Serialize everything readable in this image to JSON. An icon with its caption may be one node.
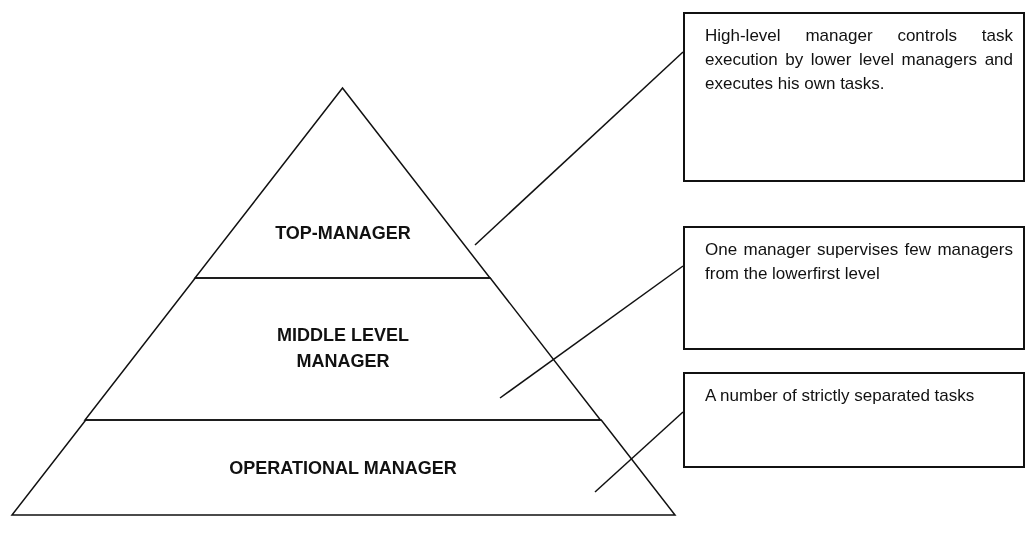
{
  "diagram": {
    "nodes": [
      {
        "text": [
          "TOP-MANAGER"
        ]
      },
      {
        "text": [
          "MIDDLE LEVEL MANAGER"
        ]
      },
      {
        "text": [
          "OPERATIONAL MANAGER"
        ]
      },
      {
        "text": [
          "High-level manager controls task execution by lower level managers and executes his own tasks."
        ]
      },
      {
        "text": [
          "One manager supervises few managers from the lowerfirst level"
        ]
      },
      {
        "text": [
          "A number of strictly separated tasks"
        ]
      }
    ],
    "edges": [
      {
        "from": 3,
        "to": 0,
        "arrow": "none"
      },
      {
        "from": 4,
        "to": 1,
        "arrow": "none"
      },
      {
        "from": 5,
        "to": 2,
        "arrow": "none"
      }
    ]
  }
}
